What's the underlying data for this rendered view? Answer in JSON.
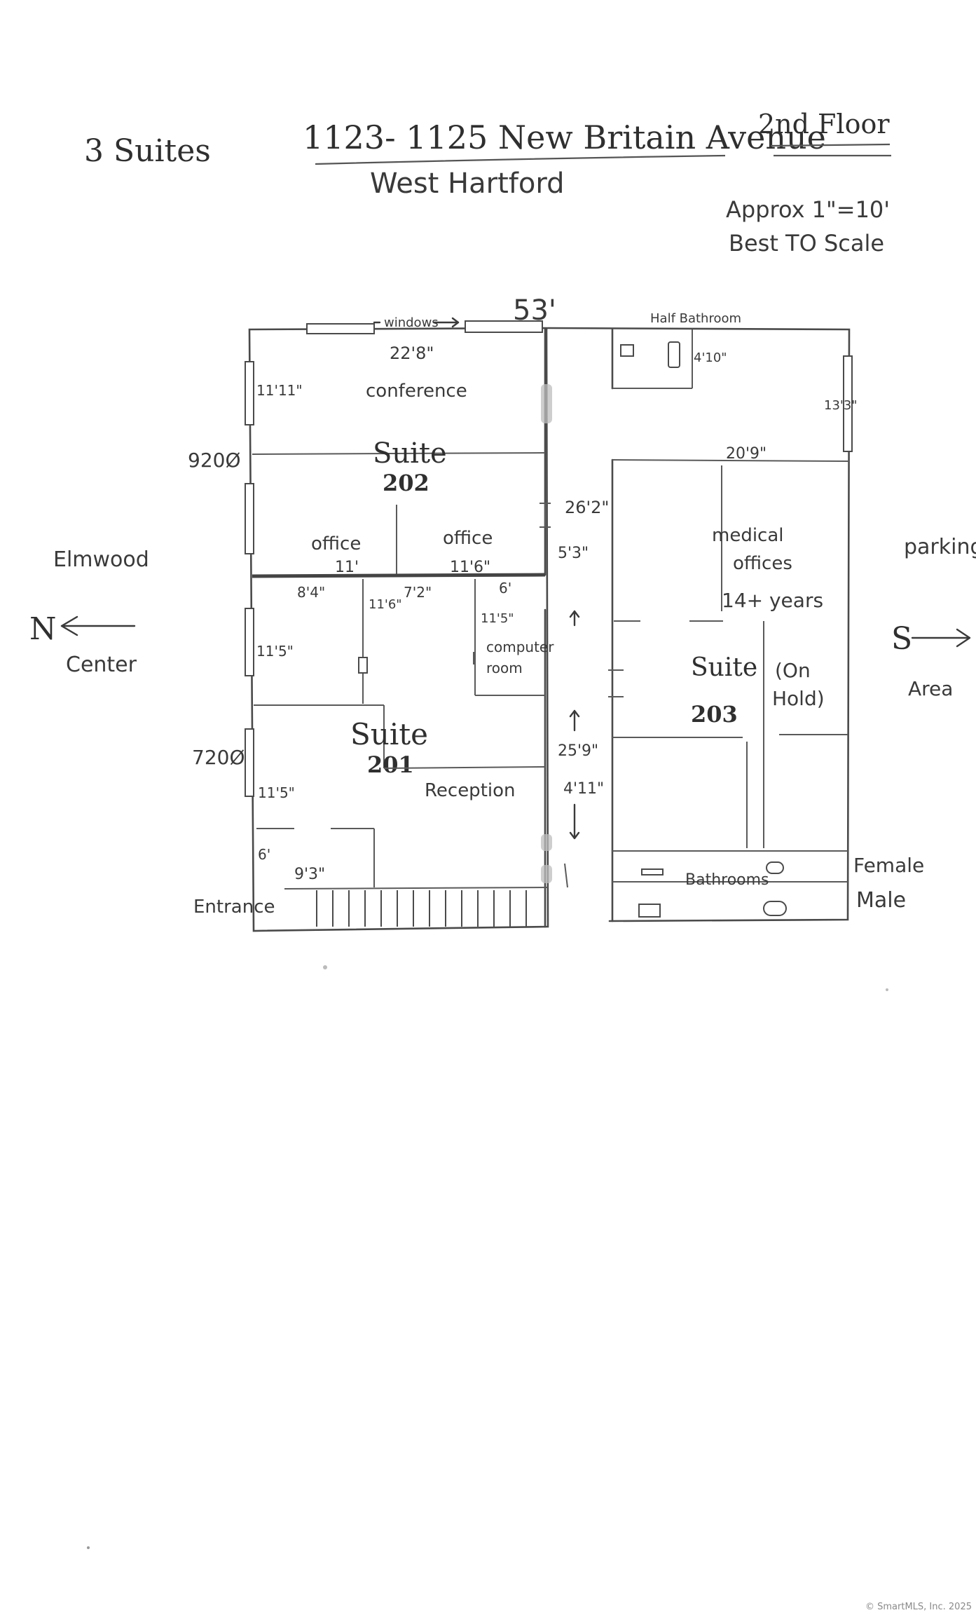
{
  "header": {
    "suites": "3 Suites",
    "address": "1123- 1125 New Britain Avenue",
    "town": "West Hartford",
    "floor": "2nd Floor",
    "scale_line1": "Approx 1\"=10'",
    "scale_line2": "Best TO Scale"
  },
  "compass": {
    "north_letter": "N",
    "south_letter": "S",
    "left_top": "Elmwood",
    "left_bottom": "Center",
    "right_top": "parking",
    "right_bottom": "Area"
  },
  "plan": {
    "total_width": "53'",
    "windows": "windows",
    "half_bathroom": "Half Bathroom",
    "conference_width": "22'8\"",
    "conference": "conference",
    "conference_depth": "11'11\"",
    "suite_202_label": "Suite",
    "suite_202_number": "202",
    "suite_202_price": "920Ø",
    "office_left": "office",
    "office_right": "office",
    "office_left_width": "11'",
    "office_right_width": "11'6\"",
    "hall_upper_length": "26'2\"",
    "hall_upper_width": "5'3\"",
    "half_bath_dim": "4'10\"",
    "east_window_dim": "13'3\"",
    "medical_width": "20'9\"",
    "medical_line1": "medical",
    "medical_line2": "offices",
    "medical_line3": "14+ years",
    "suite_203_label": "Suite",
    "suite_203_number": "203",
    "on_hold_line1": "(On",
    "on_hold_line2": "Hold)",
    "room_a_width": "8'4\"",
    "room_b_width": "7'2\"",
    "computer_width": "6'",
    "room_a_depth": "11'5\"",
    "room_b_depth": "11'6\"",
    "computer_depth": "11'5\"",
    "computer_line1": "computer",
    "computer_line2": "room",
    "suite_201_label": "Suite",
    "suite_201_number": "201",
    "suite_201_price": "720Ø",
    "reception": "Reception",
    "room_c_depth": "11'5\"",
    "hall_lower_length": "25'9\"",
    "hall_lower_width": "4'11\"",
    "entry_width": "6'",
    "stair_dim": "9'3\"",
    "entrance": "Entrance",
    "bathrooms": "Bathrooms",
    "female": "Female",
    "male": "Male"
  },
  "footer": {
    "copyright": "© SmartMLS, Inc. 2025"
  }
}
